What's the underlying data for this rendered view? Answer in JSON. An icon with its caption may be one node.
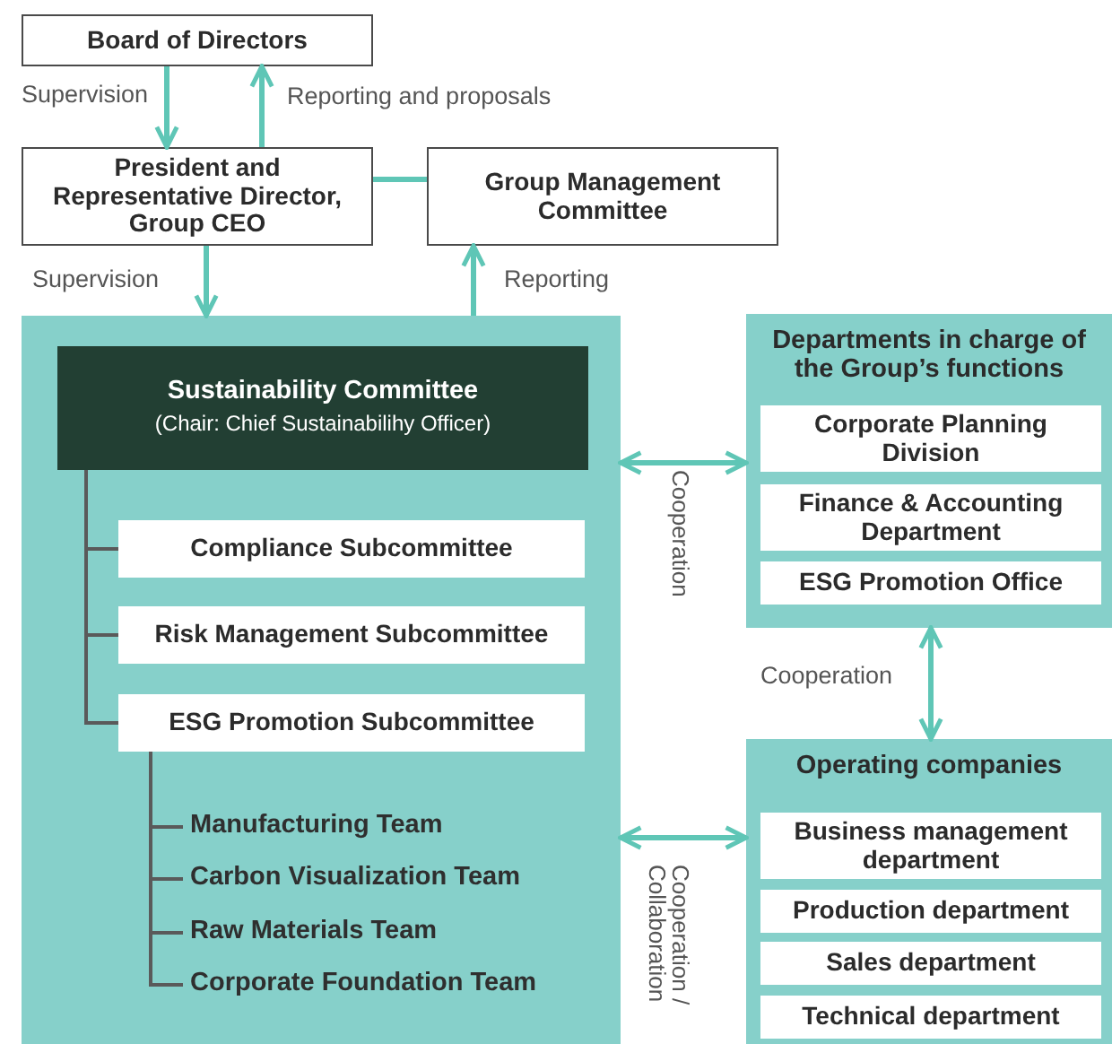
{
  "diagram": {
    "nodes": [
      {
        "text": [
          "Board of Directors"
        ]
      },
      {
        "text": [
          "President and Representative Director, Group CEO"
        ]
      },
      {
        "text": [
          "Group Management Committee"
        ]
      },
      {
        "text": [],
        "shape": "box"
      },
      {
        "text": [
          "Sustainability Committee",
          "(Chair: Chief Sustainabilihy Officer)"
        ],
        "in": 3
      },
      {
        "text": [
          "Compliance Subcommittee"
        ],
        "in": 3
      },
      {
        "text": [
          "Risk Management Subcommittee"
        ],
        "in": 3
      },
      {
        "text": [
          "ESG Promotion Subcommittee"
        ],
        "in": 3
      },
      {
        "text": [
          "Manufacturing Team"
        ],
        "in": 3
      },
      {
        "text": [
          "Carbon Visualization Team"
        ],
        "in": 3
      },
      {
        "text": [
          "Raw Materials Team"
        ],
        "in": 3
      },
      {
        "text": [
          "Corporate Foundation Team"
        ],
        "in": 3
      },
      {
        "text": [
          "Departments in charge of the Group’s functions"
        ]
      },
      {
        "text": [
          "Corporate Planning Division"
        ],
        "in": 12
      },
      {
        "text": [
          "Finance & Accounting Department"
        ],
        "in": 12
      },
      {
        "text": [
          "ESG Promotion Office"
        ],
        "in": 12
      },
      {
        "text": [
          "Operating companies"
        ]
      },
      {
        "text": [
          "Business management department"
        ],
        "in": 16
      },
      {
        "text": [
          "Production department"
        ],
        "in": 16
      },
      {
        "text": [
          "Sales department"
        ],
        "in": 16
      },
      {
        "text": [
          "Technical department"
        ],
        "in": 16
      }
    ],
    "edges": [
      {
        "from": 0,
        "to": 1,
        "arrow": "to",
        "label": "Supervision"
      },
      {
        "from": 1,
        "to": 0,
        "arrow": "to",
        "label": "Reporting and proposals"
      },
      {
        "from": 1,
        "to": 2,
        "arrow": "none"
      },
      {
        "from": 1,
        "to": 3,
        "arrow": "to",
        "label": "Supervision"
      },
      {
        "from": 3,
        "to": 2,
        "arrow": "to",
        "label": "Reporting"
      },
      {
        "from": 3,
        "to": 12,
        "arrow": "both",
        "label": "Cooperation"
      },
      {
        "from": 12,
        "to": 16,
        "arrow": "both",
        "label": "Cooperation"
      },
      {
        "from": 3,
        "to": 16,
        "arrow": "both",
        "label": "Cooperation / Collaboration"
      },
      {
        "from": 4,
        "to": 5,
        "arrow": "none",
        "color": "#5a5a5a"
      },
      {
        "from": 4,
        "to": 6,
        "arrow": "none",
        "color": "#5a5a5a"
      },
      {
        "from": 4,
        "to": 7,
        "arrow": "none",
        "color": "#5a5a5a"
      },
      {
        "from": 7,
        "to": 8,
        "arrow": "none",
        "color": "#5a5a5a"
      },
      {
        "from": 7,
        "to": 9,
        "arrow": "none",
        "color": "#5a5a5a"
      },
      {
        "from": 7,
        "to": 10,
        "arrow": "none",
        "color": "#5a5a5a"
      },
      {
        "from": 7,
        "to": 11,
        "arrow": "none",
        "color": "#5a5a5a"
      }
    ]
  }
}
